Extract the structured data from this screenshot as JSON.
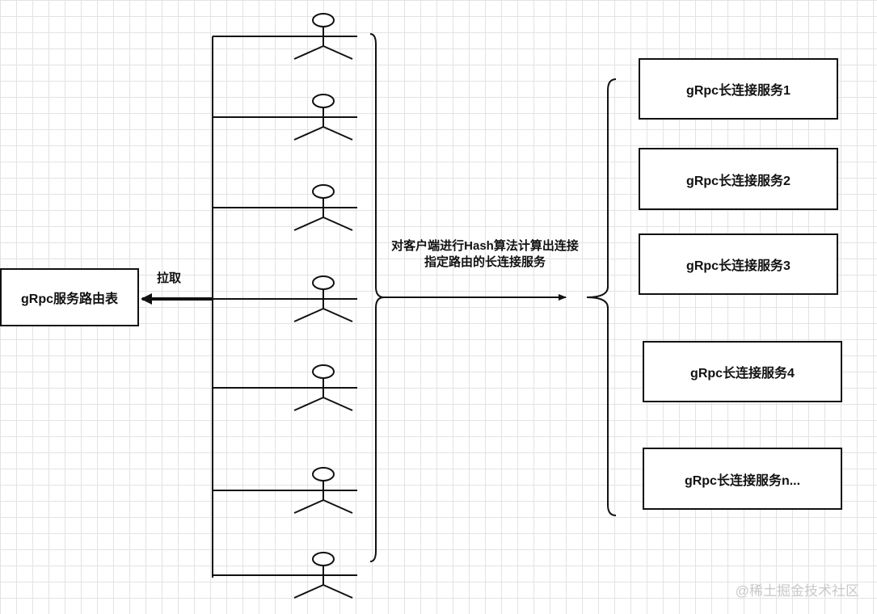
{
  "route_table": {
    "label": "gRpc服务路由表"
  },
  "pull_label": "拉取",
  "hash_label": "对客户端进行Hash算法计算出连接指定路由的长连接服务",
  "services": [
    {
      "label": "gRpc长连接服务1"
    },
    {
      "label": "gRpc长连接服务2"
    },
    {
      "label": "gRpc长连接服务3"
    },
    {
      "label": "gRpc长连接服务4"
    },
    {
      "label": "gRpc长连接服务n..."
    }
  ],
  "client_count": 7,
  "watermark": "@稀土掘金技术社区",
  "colors": {
    "stroke": "#111111",
    "grid": "#e3e3e3",
    "watermark": "#c8c8c8"
  }
}
